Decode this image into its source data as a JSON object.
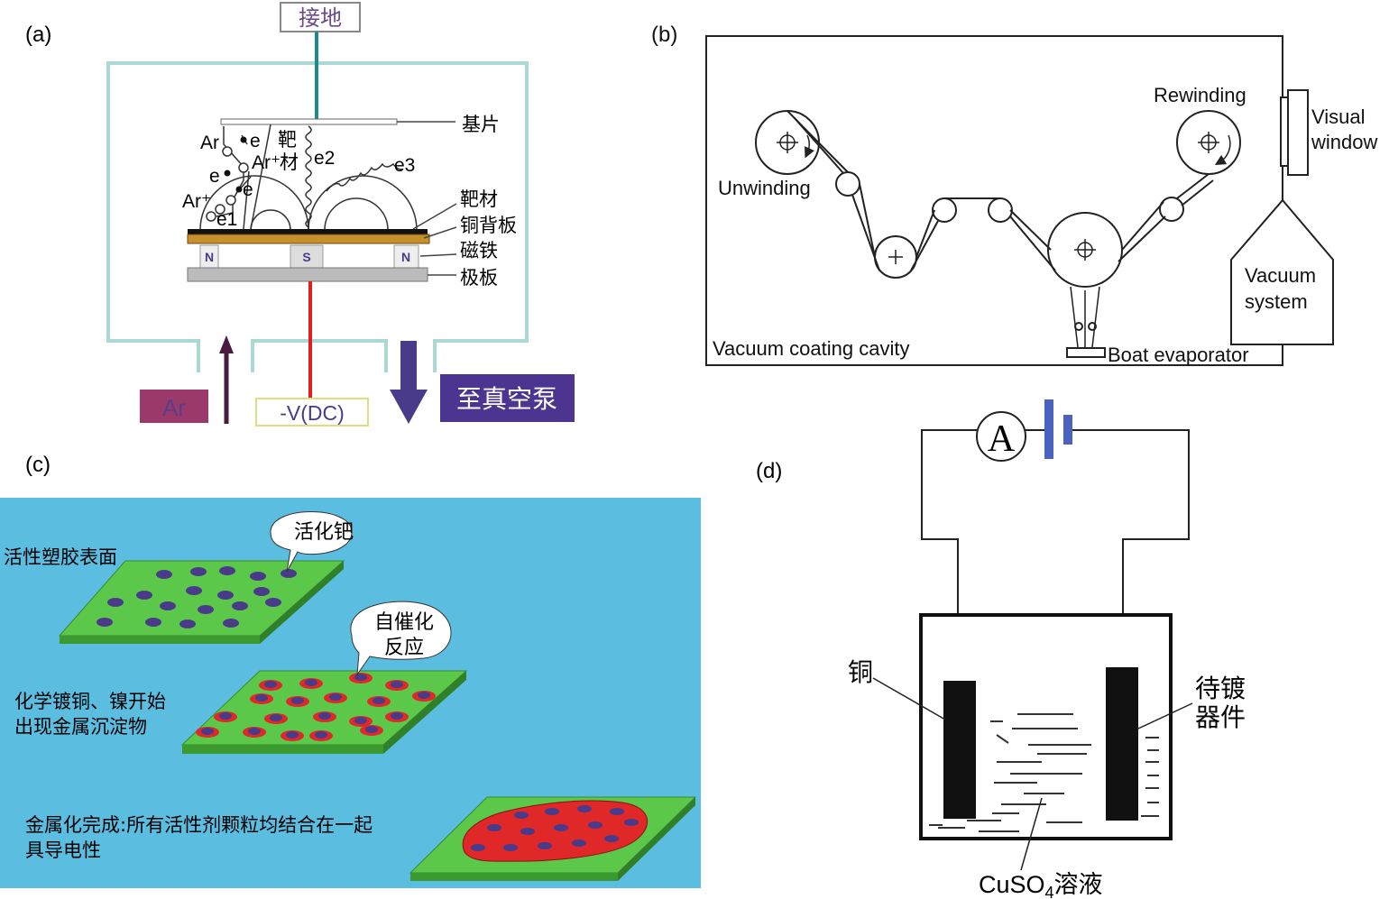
{
  "panels": {
    "a": {
      "label": "(a)",
      "ground": "接地",
      "substrate": "基片",
      "target": "靶材",
      "copper_backing": "铜背板",
      "magnet": "磁铁",
      "electrode": "极板",
      "ar": "Ar",
      "e_a": "e",
      "e_b": "e",
      "e_c": "e",
      "ar_plus_a": "Ar⁺",
      "ar_plus_b": "Ar⁺",
      "e1": "e1",
      "e2": "e2",
      "e3": "e3",
      "target_small_1": "靶",
      "target_small_2": "材",
      "magnet_n": "N",
      "magnet_s": "S",
      "gas_in": "Ar",
      "voltage": "-V(DC)",
      "pump": "至真空泵",
      "colors": {
        "chamber": "#a9d9d2",
        "ground_line": "#1f8a8a",
        "copper": "#c8902c",
        "voltage_line": "#e02020",
        "ar_box": "#9b3a6a",
        "pump_box": "#4b3590"
      }
    },
    "b": {
      "label": "(b)",
      "unwinding": "Unwinding",
      "rewinding": "Rewinding",
      "visual_window_1": "Visual",
      "visual_window_2": "window",
      "vacuum_system_1": "Vacuum",
      "vacuum_system_2": "system",
      "cavity": "Vacuum coating cavity",
      "boat": "Boat evaporator"
    },
    "c": {
      "label": "(c)",
      "step1": "活性塑胶表面",
      "bubble1": "活化钯",
      "bubble2_1": "自催化",
      "bubble2_2": "反应",
      "step2_1": "化学镀铜、镍开始",
      "step2_2": "出现金属沉淀物",
      "step3_1": "金属化完成:所有活性剂颗粒均结合在一起",
      "step3_2": "具导电性",
      "colors": {
        "background": "#5bbde0",
        "plate": "#5cc84a",
        "particle": "#4a3a8a",
        "metal": "#e02828"
      }
    },
    "d": {
      "label": "(d)",
      "ammeter": "A",
      "copper": "铜",
      "workpiece_1": "待镀",
      "workpiece_2": "器件",
      "solution_prefix": "CuSO",
      "solution_sub": "4",
      "solution_suffix": "溶液",
      "colors": {
        "battery": "#4a62c0"
      }
    }
  }
}
